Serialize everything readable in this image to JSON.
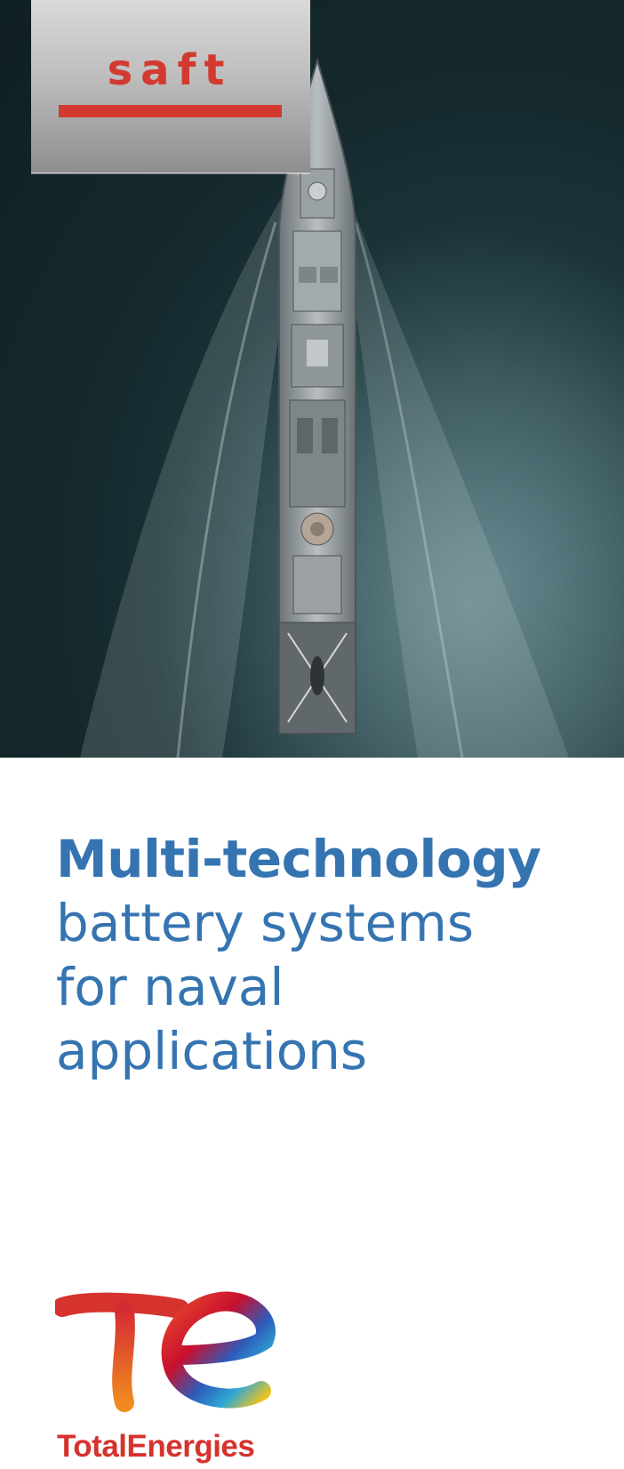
{
  "cover": {
    "brand_logo": "SAFT",
    "hero_image": "aerial-view-of-naval-frigate",
    "headline_bold": "Multi-technology",
    "headline_lines": [
      "battery systems",
      "for naval",
      "applications"
    ],
    "footer_logo_text": "TotalEnergies"
  },
  "colors": {
    "saft_red": "#d23a30",
    "headline_blue": "#3574b1",
    "totalenergies_red": "#d6322e"
  }
}
